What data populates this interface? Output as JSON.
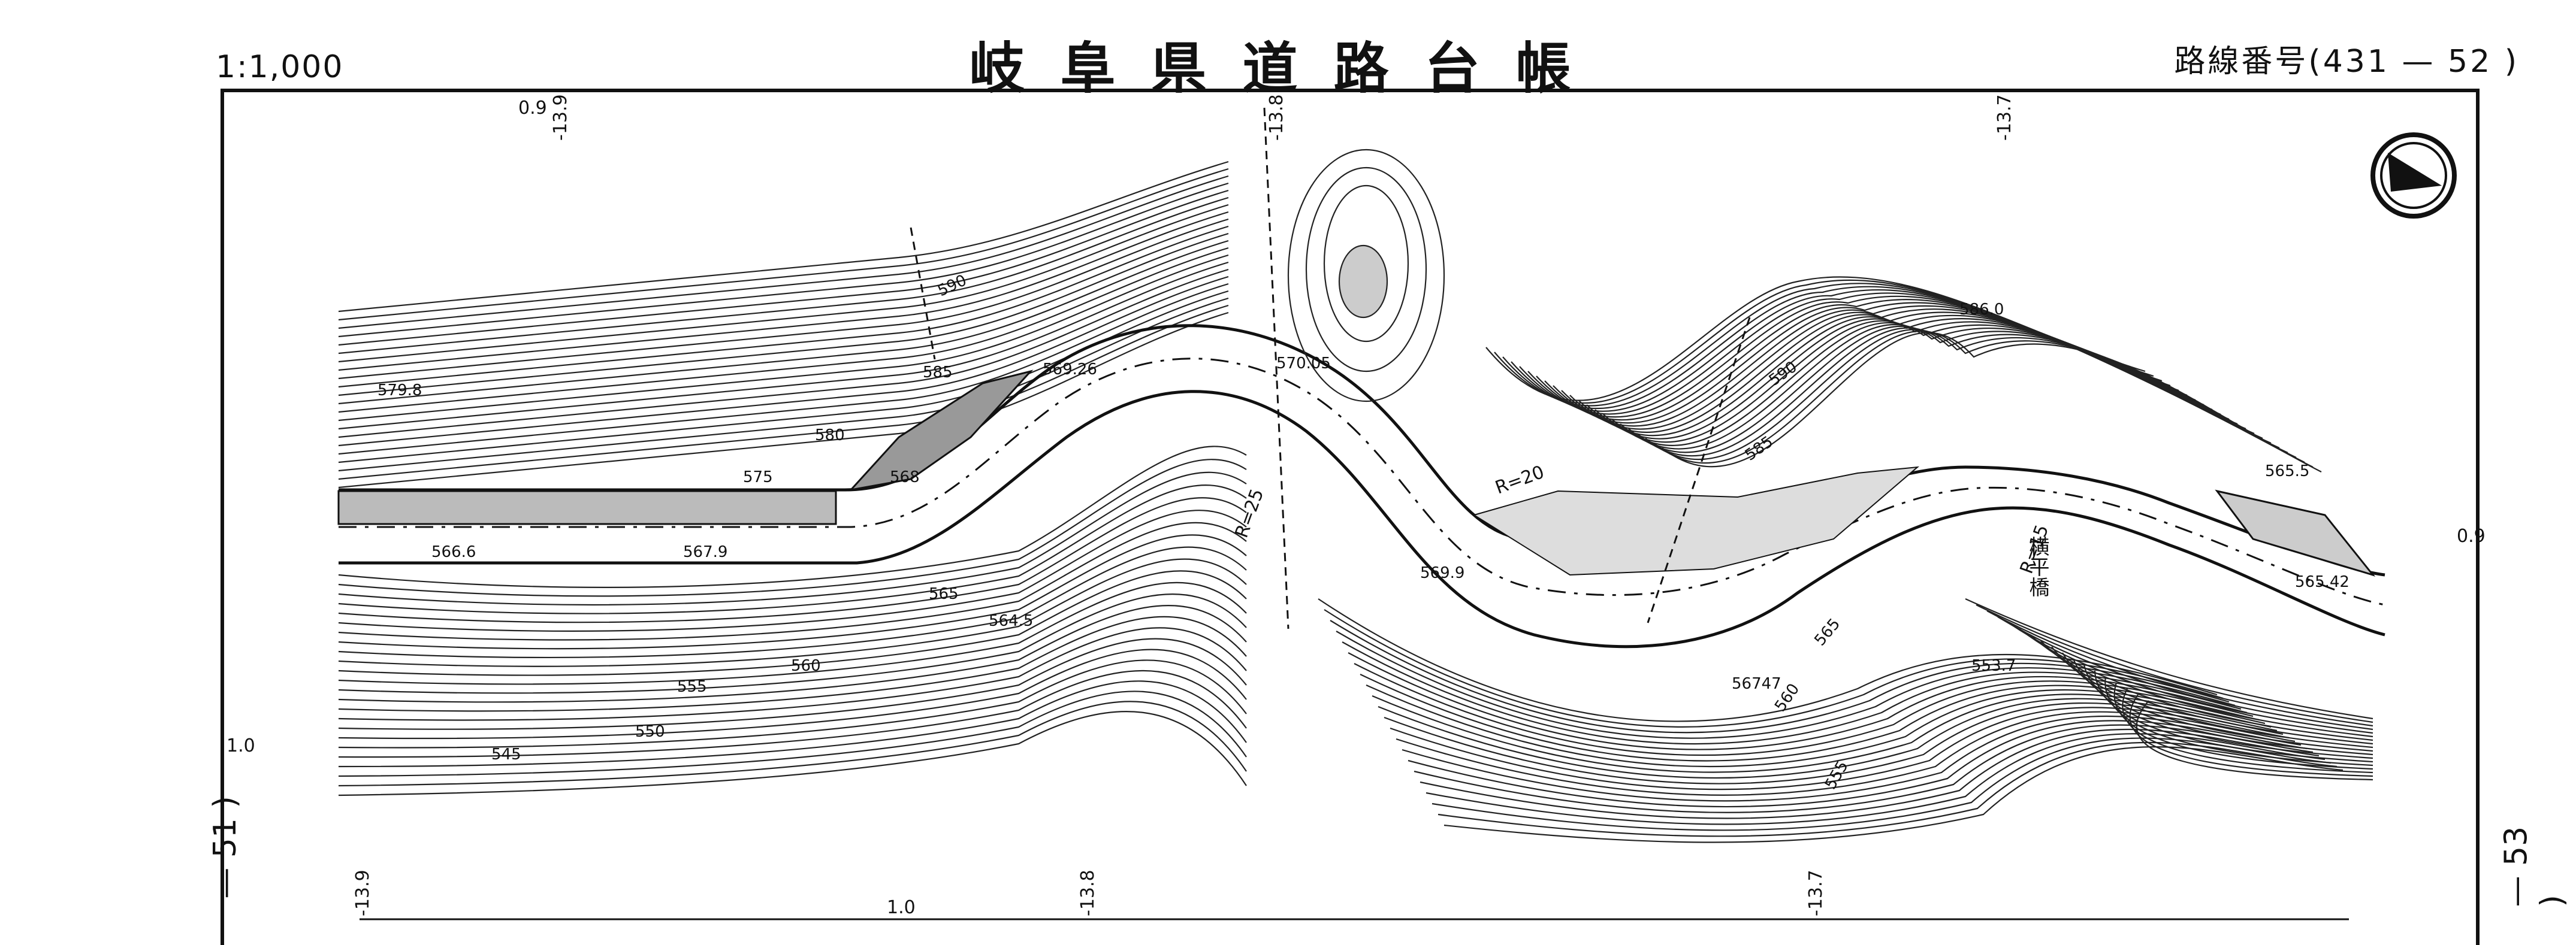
{
  "sheet": {
    "scale": "1:1,000",
    "title": "岐阜県道路台帳",
    "route_number": "路線番号(431 — 52 )",
    "adjacent_left": "— 51 )",
    "adjacent_right": "— 53 )"
  },
  "map": {
    "elevations": {
      "e5798": "579.8",
      "e5666": "566.6",
      "e5679": "567.9",
      "e56926": "569.26",
      "e57005": "570.05",
      "e5645": "564.5",
      "e5699": "569.9",
      "e56747": "56747",
      "e5860": "586.0",
      "e5655": "565.5",
      "e56542": "565.42",
      "e5537": "553.7"
    },
    "contours": {
      "c590a": "590",
      "c585a": "585",
      "c580": "580",
      "c575": "575",
      "c565a": "565",
      "c560a": "560",
      "c555a": "555",
      "c550": "550",
      "c545": "545",
      "c590b": "590",
      "c585b": "585",
      "c565b": "565",
      "c560b": "560",
      "c555b": "555",
      "c568": "568"
    },
    "radius_labels": {
      "r25": "R=25",
      "r20": "R=20",
      "r15": "R=15"
    },
    "bridge_name": "横平橋",
    "markers": {
      "m09a": "0.9",
      "m139a": "-13.9",
      "m138a": "-13.8",
      "m137a": "-13.7",
      "m10a": "1.0",
      "m09b": "0.9",
      "m139b": "-13.9",
      "m10b": "1.0",
      "m138b": "-13.8",
      "m137b": "-13.7"
    },
    "compass": "north-arrow-icon"
  }
}
